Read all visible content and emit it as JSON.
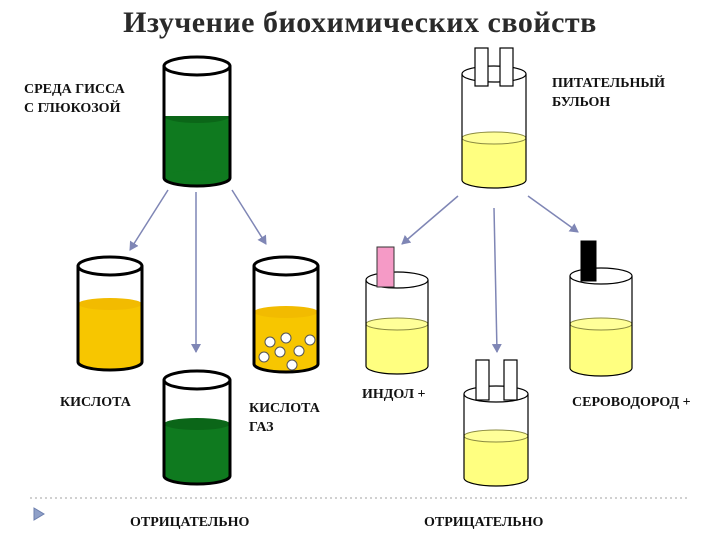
{
  "title": "Изучение биохимических свойств",
  "labels": {
    "giss_line1": "СРЕДА ГИССА",
    "giss_line2": "С ГЛЮКОЗОЙ",
    "broth_line1": "ПИТАТЕЛЬНЫЙ",
    "broth_line2": "БУЛЬОН",
    "acid": "КИСЛОТА",
    "acid_gas_line1": "КИСЛОТА",
    "acid_gas_line2": "ГАЗ",
    "indole": "ИНДОЛ +",
    "h2s": "СЕРОВОДОРОД +",
    "negative_left": "ОТРИЦАТЕЛЬНО",
    "negative_right": "ОТРИЦАТЕЛЬНО"
  },
  "colors": {
    "giss_medium": "#0f7a1f",
    "acid_medium": "#f7c600",
    "broth": "#ffff80",
    "indole_strip": "#f59ac6",
    "h2s_strip": "#000000",
    "arrow": "#7f86b5",
    "dotted_line": "#a0a0a0"
  }
}
